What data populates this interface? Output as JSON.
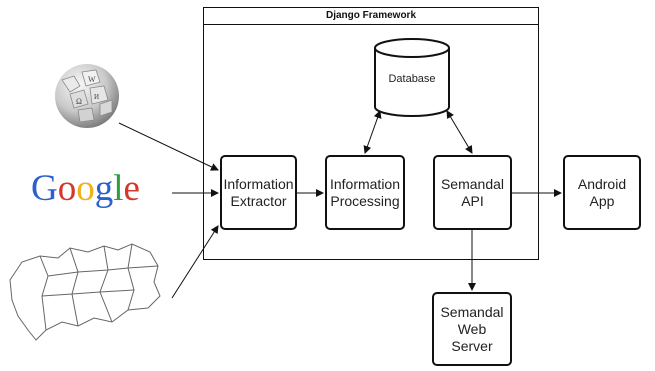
{
  "frame": {
    "title": "Django Framework"
  },
  "nodes": {
    "database": {
      "label": "Database"
    },
    "extractor": {
      "line1": "Information",
      "line2": "Extractor"
    },
    "processing": {
      "line1": "Information",
      "line2": "Processing"
    },
    "api": {
      "line1": "Semandal",
      "line2": "API"
    },
    "android": {
      "line1": "Android",
      "line2": "App"
    },
    "webserver": {
      "line1": "Semandal",
      "line2": "Web Server"
    }
  },
  "sources": {
    "wikipedia": {
      "icon": "wikipedia-globe-icon"
    },
    "google": {
      "letters": [
        "G",
        "o",
        "o",
        "g",
        "l",
        "e"
      ],
      "colors": [
        "#2d5fcf",
        "#d2392b",
        "#f0b21c",
        "#2d5fcf",
        "#2e9d3b",
        "#d2392b"
      ]
    },
    "map": {
      "icon": "andalusia-map-icon"
    }
  },
  "edges": [
    {
      "from": "wikipedia",
      "to": "extractor",
      "style": "arrow"
    },
    {
      "from": "google",
      "to": "extractor",
      "style": "arrow"
    },
    {
      "from": "map",
      "to": "extractor",
      "style": "arrow"
    },
    {
      "from": "extractor",
      "to": "processing",
      "style": "arrow"
    },
    {
      "from": "processing",
      "to": "database",
      "style": "bidirectional"
    },
    {
      "from": "api",
      "to": "database",
      "style": "bidirectional"
    },
    {
      "from": "api",
      "to": "android",
      "style": "arrow"
    },
    {
      "from": "api",
      "to": "webserver",
      "style": "arrow"
    }
  ]
}
